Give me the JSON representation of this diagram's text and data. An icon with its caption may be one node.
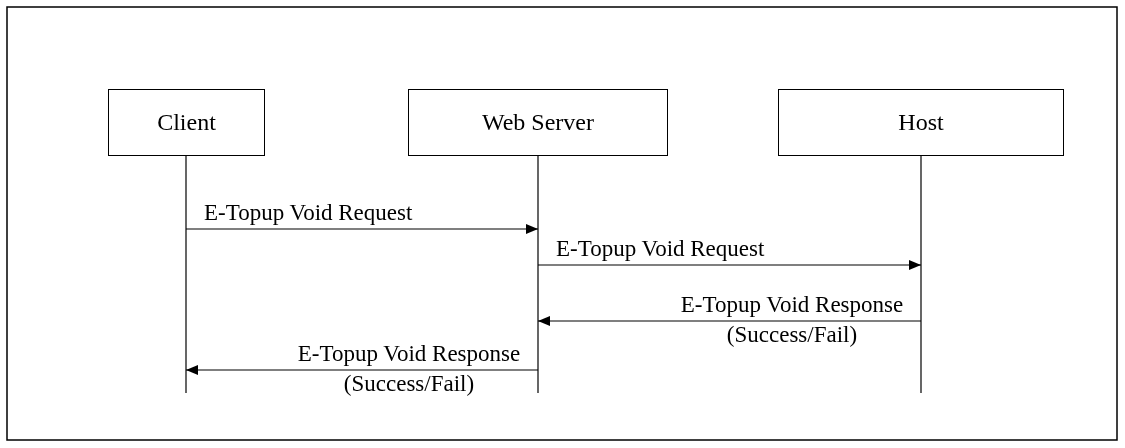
{
  "diagram": {
    "nodes": [
      {
        "text": [
          "Client"
        ]
      },
      {
        "text": [
          "Web Server"
        ]
      },
      {
        "text": [
          "Host"
        ]
      }
    ],
    "edges": [
      {
        "from": 0,
        "to": 1,
        "arrow": "to",
        "label": "E-Topup Void Request"
      },
      {
        "from": 1,
        "to": 2,
        "arrow": "to",
        "label": "E-Topup Void Request"
      },
      {
        "from": 2,
        "to": 1,
        "arrow": "to",
        "label": "E-Topup Void Response (Success/Fail)"
      },
      {
        "from": 1,
        "to": 0,
        "arrow": "to",
        "label": "E-Topup Void Response (Success/Fail)"
      }
    ]
  }
}
